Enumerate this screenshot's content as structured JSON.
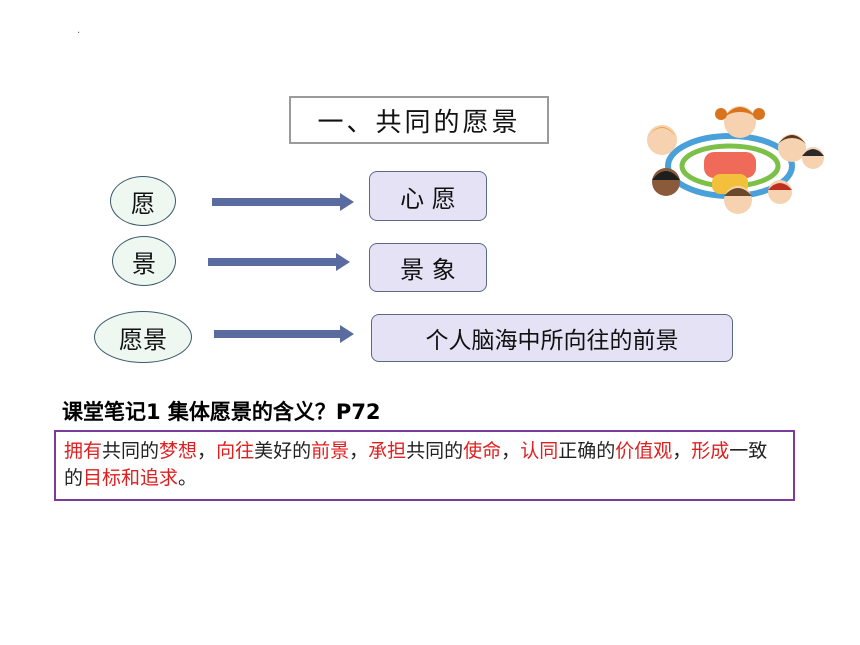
{
  "marker": "·",
  "title": "一、共同的愿景",
  "rows": [
    {
      "term": "愿",
      "meaning": "心 愿"
    },
    {
      "term": "景",
      "meaning": "景 象"
    },
    {
      "term": "愿景",
      "meaning": "个人脑海中所向往的前景"
    }
  ],
  "note_heading": "课堂笔记1  集体愿景的含义？P72",
  "note_segments": [
    {
      "text": "拥有",
      "highlight": true
    },
    {
      "text": "共同的",
      "highlight": false
    },
    {
      "text": "梦想",
      "highlight": true
    },
    {
      "text": "，",
      "highlight": false
    },
    {
      "text": "向往",
      "highlight": true
    },
    {
      "text": "美好的",
      "highlight": false
    },
    {
      "text": "前景",
      "highlight": true
    },
    {
      "text": "，",
      "highlight": false
    },
    {
      "text": "承担",
      "highlight": true
    },
    {
      "text": "共同的",
      "highlight": false
    },
    {
      "text": "使命",
      "highlight": true
    },
    {
      "text": "，",
      "highlight": false
    },
    {
      "text": "认同",
      "highlight": true
    },
    {
      "text": "正确的",
      "highlight": false
    },
    {
      "text": "价值观",
      "highlight": true
    },
    {
      "text": "，",
      "highlight": false
    },
    {
      "text": "形成",
      "highlight": true
    },
    {
      "text": "一致的",
      "highlight": false
    },
    {
      "text": "目标和追求",
      "highlight": true
    },
    {
      "text": "。",
      "highlight": false
    }
  ],
  "colors": {
    "highlight": "#e02020",
    "note_border": "#7b3b9c",
    "oval_fill": "#eef8f1",
    "box_fill": "#e4e2f4",
    "arrow": "#5a6ba0"
  },
  "image_icon": "children-circle-illustration"
}
